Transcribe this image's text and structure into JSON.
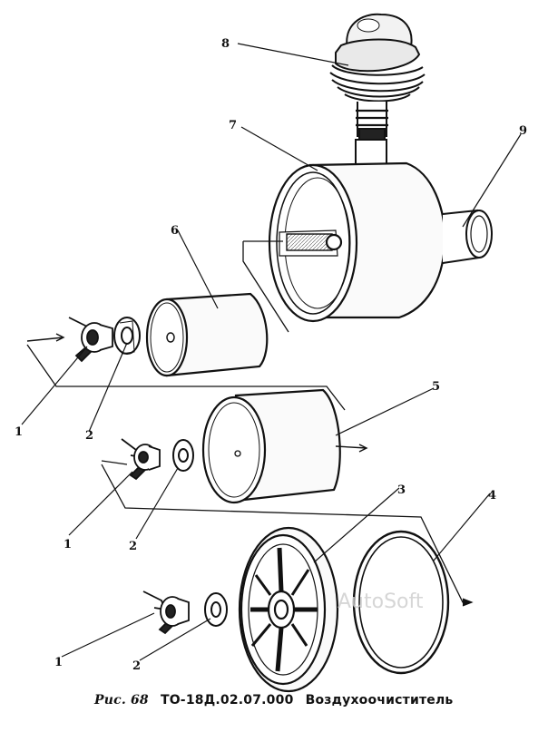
{
  "callouts": {
    "c1a": "1",
    "c1b": "1",
    "c1c": "1",
    "c2a": "2",
    "c2b": "2",
    "c2c": "2",
    "c3": "3",
    "c4": "4",
    "c5": "5",
    "c6": "6",
    "c7": "7",
    "c8": "8",
    "c9": "9"
  },
  "watermark": "AutoSoft",
  "caption": {
    "figure": "Рис. 68",
    "code": "ТО-18Д.02.07.000",
    "title": "Воздухоочиститель"
  }
}
